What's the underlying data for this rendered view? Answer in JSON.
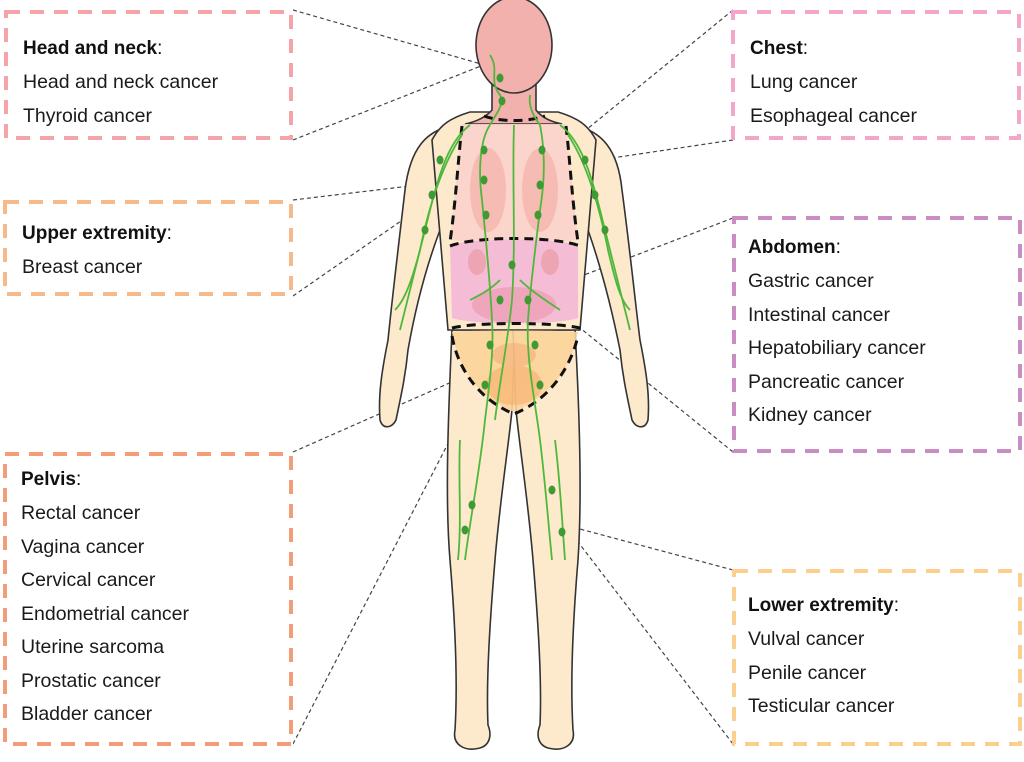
{
  "figure": {
    "subject": "Human body lymphatic system with cancer regions",
    "boxes": {
      "head_neck": {
        "title": "Head and neck",
        "colon": ":",
        "border_color": "#f4a3a8",
        "items": [
          "Head and neck cancer",
          "Thyroid cancer"
        ]
      },
      "chest": {
        "title": "Chest",
        "colon": ":",
        "border_color": "#f3a6c9",
        "items": [
          "Lung cancer",
          "Esophageal cancer"
        ]
      },
      "upper_extremity": {
        "title": "Upper extremity",
        "colon": ":",
        "border_color": "#f7b98a",
        "items": [
          "Breast cancer"
        ]
      },
      "abdomen": {
        "title": "Abdomen",
        "colon": ":",
        "border_color": "#c98dc4",
        "items": [
          "Gastric cancer",
          "Intestinal cancer",
          "Hepatobiliary cancer",
          "Pancreatic cancer",
          "Kidney cancer"
        ]
      },
      "pelvis": {
        "title": "Pelvis",
        "colon": ":",
        "border_color": "#f29c78",
        "items": [
          "Rectal cancer",
          "Vagina cancer",
          "Cervical cancer",
          "Endometrial cancer",
          "Uterine sarcoma",
          "Prostatic cancer",
          "Bladder cancer"
        ]
      },
      "lower_extremity": {
        "title": "Lower extremity",
        "colon": ":",
        "border_color": "#fbd08e",
        "items": [
          "Vulval cancer",
          "Penile cancer",
          "Testicular cancer"
        ]
      }
    },
    "colors": {
      "skin": "#fde9cc",
      "head": "#f2b1ad",
      "chest_region": "#fbd3cc",
      "abdomen_region": "#f5b8d6",
      "pelvis_region": "#fbd49a",
      "lymph": "#4fb83b",
      "lymph_node": "#3f9a33",
      "outline": "#333333"
    }
  }
}
